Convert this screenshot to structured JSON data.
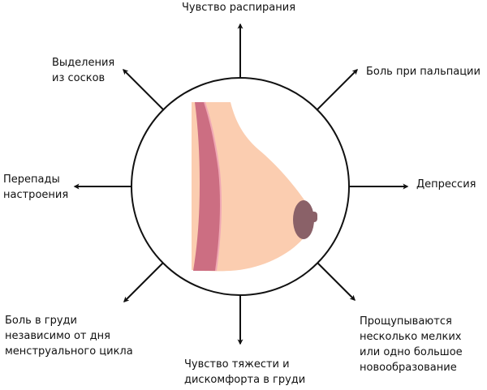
{
  "symptoms": {
    "top": [
      "Чувство распирания"
    ],
    "top_right": [
      "Боль при пальпации"
    ],
    "right": [
      "Депрессия"
    ],
    "bottom_right": [
      "Прощупываются",
      "несколько мелких",
      "или одно большое",
      "новообразование"
    ],
    "bottom": [
      "Чувство тяжести и",
      "дискомфорта в груди"
    ],
    "bottom_left": [
      "Боль в груди",
      "независимо от дня",
      "менструального цикла"
    ],
    "left": [
      "Перепады",
      "настроения"
    ],
    "top_left": [
      "Выделения",
      "из сосков"
    ]
  },
  "colors": {
    "outline": "#111111",
    "skin": "#fbcdb0",
    "chest_wall": "#cc6e82",
    "chest_wall_edge": "#f0a8b4",
    "nipple": "#8a6168"
  }
}
